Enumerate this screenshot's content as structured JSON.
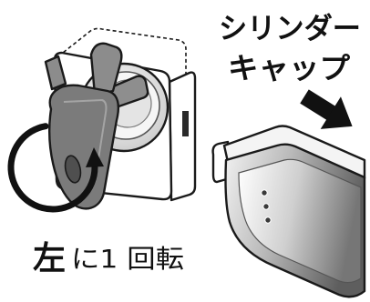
{
  "labels": {
    "part_name_line1": "シリンダー",
    "part_name_line2": "キャップ",
    "direction": "左",
    "rotation": "に1 回転"
  },
  "colors": {
    "key": "#7b7b7b",
    "key_upper": "#8c8c8c",
    "key_blade": "#8e8e8e",
    "outline": "#1a1a1a",
    "rotation_arrow": "#111111",
    "move_arrow": "#111111"
  },
  "icons": {
    "rotation_arrow": "counterclockwise-arrow-icon",
    "move_arrow": "arrow-right-down-icon"
  }
}
